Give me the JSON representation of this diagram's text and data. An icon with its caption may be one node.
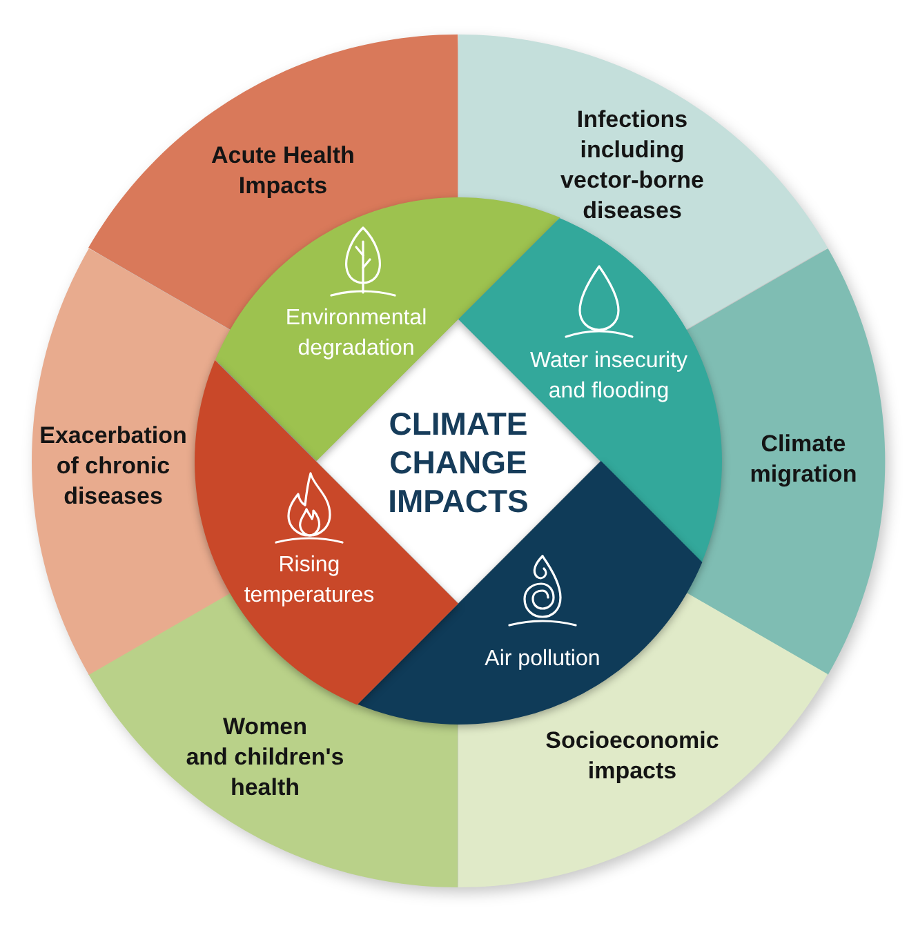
{
  "diagram": {
    "nodes": [
      {
        "text": [
          "CLIMATE CHANGE IMPACTS"
        ]
      },
      {
        "text": [
          "Environmental degradation"
        ]
      },
      {
        "text": [
          "Water insecurity and flooding"
        ]
      },
      {
        "text": [
          "Air pollution"
        ]
      },
      {
        "text": [
          "Rising temperatures"
        ]
      },
      {
        "text": [
          "Acute Health Impacts"
        ]
      },
      {
        "text": [
          "Infections including vector-borne diseases"
        ]
      },
      {
        "text": [
          "Climate migration"
        ]
      },
      {
        "text": [
          "Socioeconomic impacts"
        ]
      },
      {
        "text": [
          "Women and children's health"
        ]
      },
      {
        "text": [
          "Exacerbation of chronic diseases"
        ]
      }
    ]
  }
}
